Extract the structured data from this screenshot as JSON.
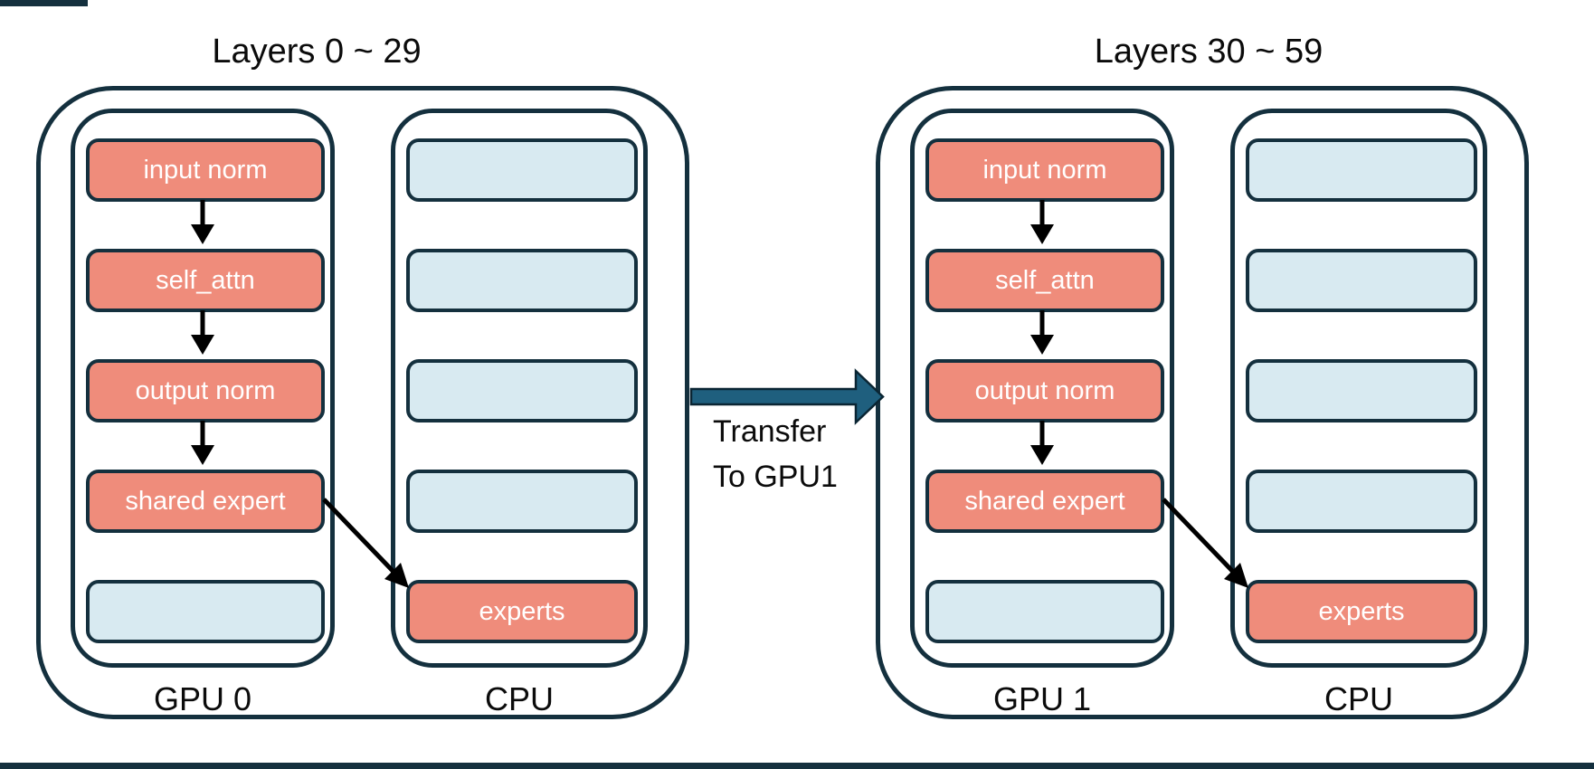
{
  "colors": {
    "background": "#ffffff",
    "outline": "#14303e",
    "module-active": "#ef8c7b",
    "module-empty": "#d8eaf1",
    "module-text": "#ffffff",
    "text": "#0b0b0b",
    "flow-arrow": "#000000",
    "transfer-fill": "#1f5f7e",
    "transfer-stroke": "#0a2533",
    "edge-bar": "#14303e"
  },
  "groups": [
    {
      "title": "Layers 0 ~ 29",
      "device_label": "GPU 0",
      "host_label": "CPU",
      "gpu_slots": [
        {
          "label": "input norm",
          "state": "loaded"
        },
        {
          "label": "self_attn",
          "state": "loaded"
        },
        {
          "label": "output norm",
          "state": "loaded"
        },
        {
          "label": "shared expert",
          "state": "loaded"
        },
        {
          "label": "",
          "state": "empty"
        }
      ],
      "cpu_slots": [
        {
          "label": "",
          "state": "empty"
        },
        {
          "label": "",
          "state": "empty"
        },
        {
          "label": "",
          "state": "empty"
        },
        {
          "label": "",
          "state": "empty"
        },
        {
          "label": "experts",
          "state": "loaded"
        }
      ]
    },
    {
      "title": "Layers 30 ~ 59",
      "device_label": "GPU 1",
      "host_label": "CPU",
      "gpu_slots": [
        {
          "label": "input norm",
          "state": "loaded"
        },
        {
          "label": "self_attn",
          "state": "loaded"
        },
        {
          "label": "output norm",
          "state": "loaded"
        },
        {
          "label": "shared expert",
          "state": "loaded"
        },
        {
          "label": "",
          "state": "empty"
        }
      ],
      "cpu_slots": [
        {
          "label": "",
          "state": "empty"
        },
        {
          "label": "",
          "state": "empty"
        },
        {
          "label": "",
          "state": "empty"
        },
        {
          "label": "",
          "state": "empty"
        },
        {
          "label": "experts",
          "state": "loaded"
        }
      ]
    }
  ],
  "transfer": {
    "line1": "Transfer",
    "line2": "To GPU1"
  }
}
